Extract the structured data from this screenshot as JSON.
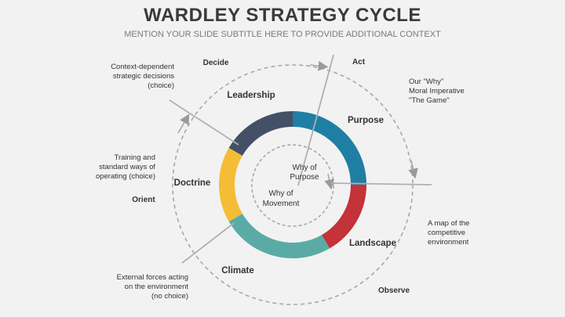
{
  "header": {
    "title": "WARDLEY STRATEGY CYCLE",
    "subtitle": "MENTION YOUR SLIDE SUBTITLE HERE TO PROVIDE ADDITIONAL CONTEXT"
  },
  "cycle": {
    "stages": [
      {
        "label": "Decide"
      },
      {
        "label": "Act"
      },
      {
        "label": "Orient"
      },
      {
        "label": "Observe"
      }
    ]
  },
  "segments": [
    {
      "label": "Leadership",
      "color": "#435066"
    },
    {
      "label": "Purpose",
      "color": "#1f7fa3"
    },
    {
      "label": "Landscape",
      "color": "#c4323a"
    },
    {
      "label": "Climate",
      "color": "#5aaba6"
    },
    {
      "label": "Doctrine",
      "color": "#f5bd36"
    }
  ],
  "center": {
    "why_purpose": [
      "Why of",
      "Purpose"
    ],
    "why_movement": [
      "Why of",
      "Movement"
    ]
  },
  "notes": {
    "leadership": [
      "Context-dependent",
      "strategic decisions",
      "(choice)"
    ],
    "purpose": [
      "Our \"Why\"",
      "Moral Imperative",
      "\"The Game\""
    ],
    "doctrine": [
      "Training and",
      "standard ways of",
      "operating (choice)"
    ],
    "landscape": [
      "A map of the",
      "competitive",
      "environment"
    ],
    "climate": [
      "External forces acting",
      "on the environment",
      "(no choice)"
    ]
  }
}
